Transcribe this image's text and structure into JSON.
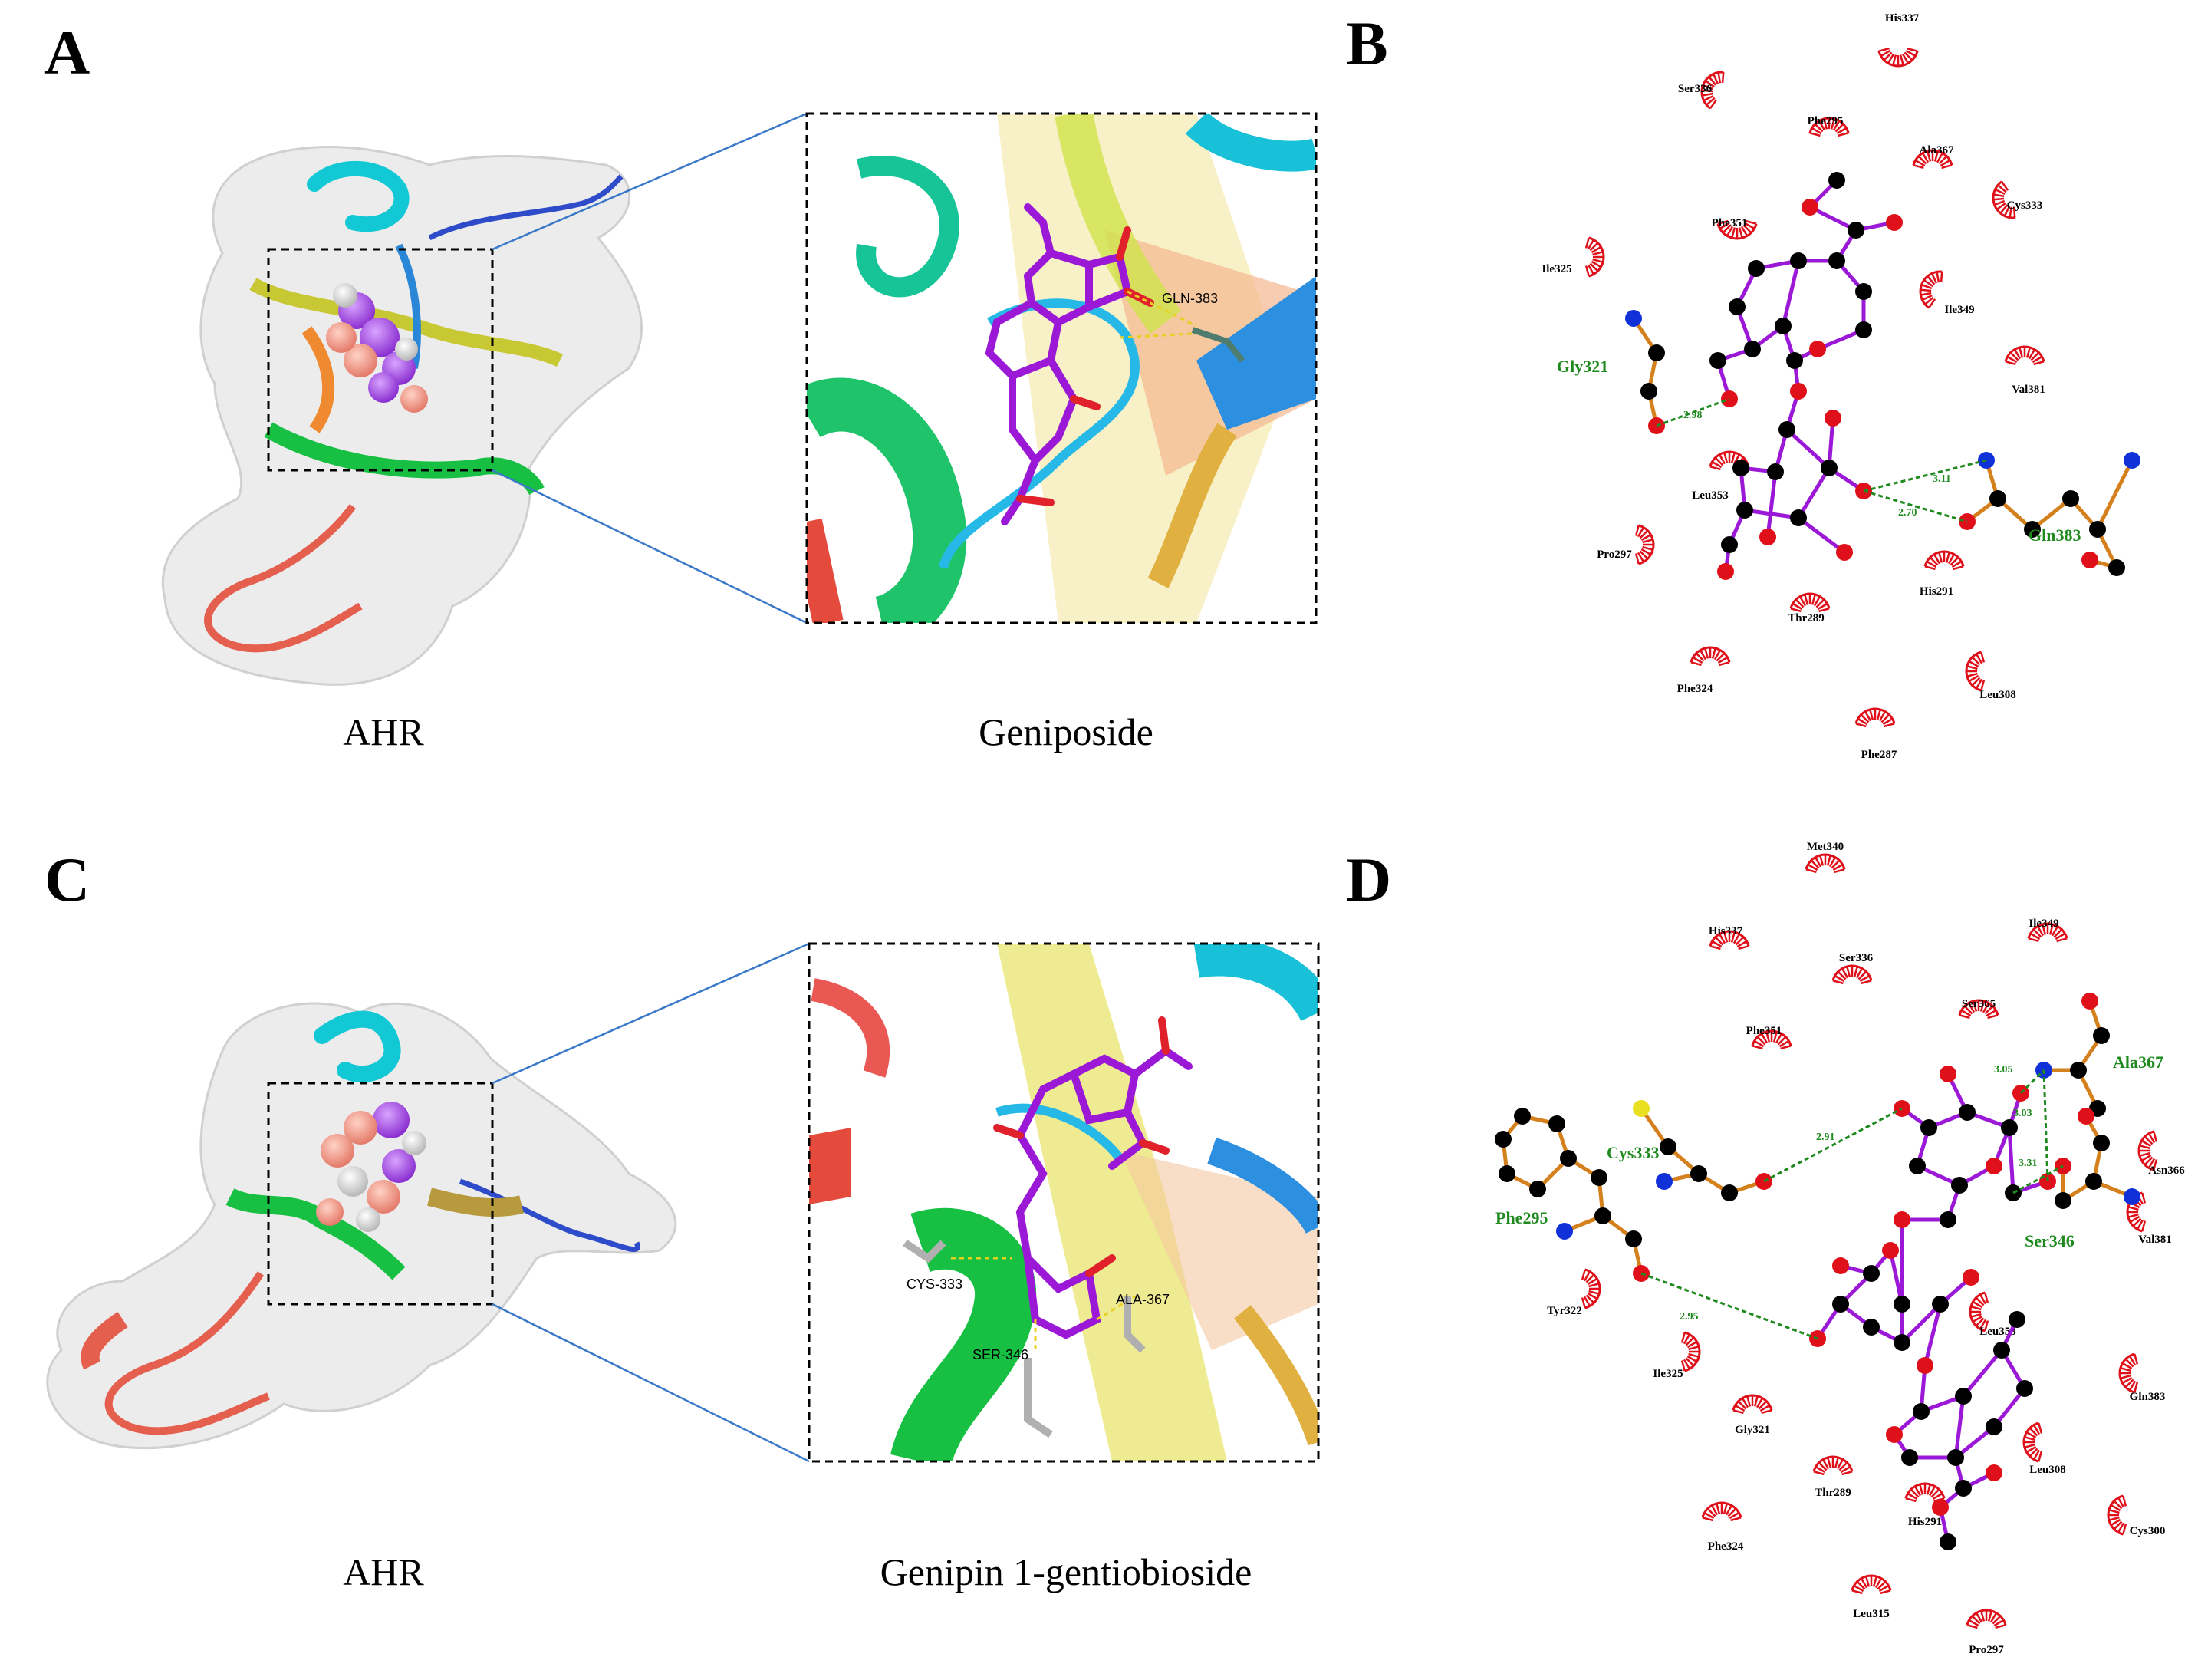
{
  "panels": {
    "a": {
      "letter": "A",
      "caption": "AHR"
    },
    "b": {
      "letter": "B"
    },
    "c": {
      "letter": "C",
      "caption": "AHR"
    },
    "d": {
      "letter": "D"
    }
  },
  "zooms": {
    "top": {
      "caption": "Geniposide",
      "residue_labels": [
        "GLN-383"
      ]
    },
    "bottom": {
      "caption": "Genipin 1-gentiobioside",
      "residue_labels": [
        "CYS-333",
        "ALA-367",
        "SER-346"
      ]
    }
  },
  "diagram_b": {
    "hydrophobic_residues": [
      "His337",
      "Ser336",
      "Phe295",
      "Ala367",
      "Cys333",
      "Phe351",
      "Ile325",
      "Ile349",
      "Val381",
      "Leu353",
      "Pro297",
      "His291",
      "Thr289",
      "Phe324",
      "Leu308",
      "Phe287"
    ],
    "hbond_residues": [
      "Gly321",
      "Gln383"
    ],
    "distances": [
      "2.98",
      "3.11",
      "2.70"
    ]
  },
  "diagram_d": {
    "hydrophobic_residues": [
      "Met340",
      "His337",
      "Ile349",
      "Ser336",
      "Ser365",
      "Phe351",
      "Asn366",
      "Val381",
      "Tyr322",
      "Leu353",
      "Ile325",
      "Gln383",
      "Gly321",
      "Leu308",
      "Thr289",
      "His291",
      "Phe324",
      "Cys300",
      "Leu315",
      "Pro297"
    ],
    "hbond_residues": [
      "Cys333",
      "Ala367",
      "Phe295",
      "Ser346"
    ],
    "distances": [
      "2.91",
      "3.05",
      "3.03",
      "3.31",
      "2.95"
    ]
  },
  "colors": {
    "ligand_bond": "#9b19d6",
    "residue_bond": "#d4801c",
    "oxygen": "#e0101a",
    "nitrogen": "#1030d8",
    "sulfur": "#e8e020",
    "carbon": "#000000",
    "hbond": "#1e8a1e",
    "hydrophobic_arc": "#e0101a",
    "surface": "#ebebeb",
    "zoom_line": "#3a78c8"
  }
}
